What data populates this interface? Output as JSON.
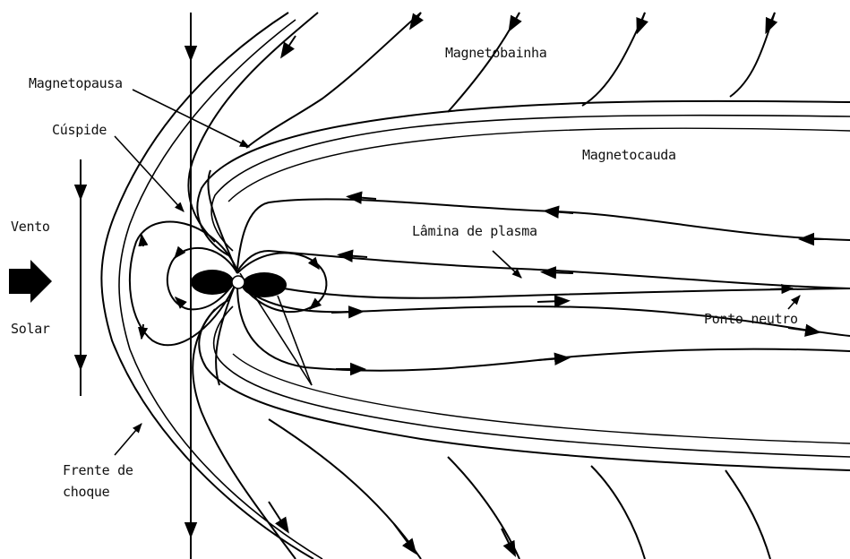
{
  "labels": {
    "magnetobainha": "Magnetobainha",
    "magnetopausa": "Magnetopausa",
    "cuspide": "Cúspide",
    "magnetocauda": "Magnetocauda",
    "vento": "Vento",
    "solar": "Solar",
    "lamina": "Lâmina de plasma",
    "ponto_neutro": "Ponto neutro",
    "frente_line1": "Frente de",
    "frente_line2": "choque"
  },
  "colors": {
    "ink": "#000000",
    "background": "#ffffff"
  },
  "icons": {
    "solar_wind": "right-arrow-icon",
    "earth": "earth-icon"
  }
}
